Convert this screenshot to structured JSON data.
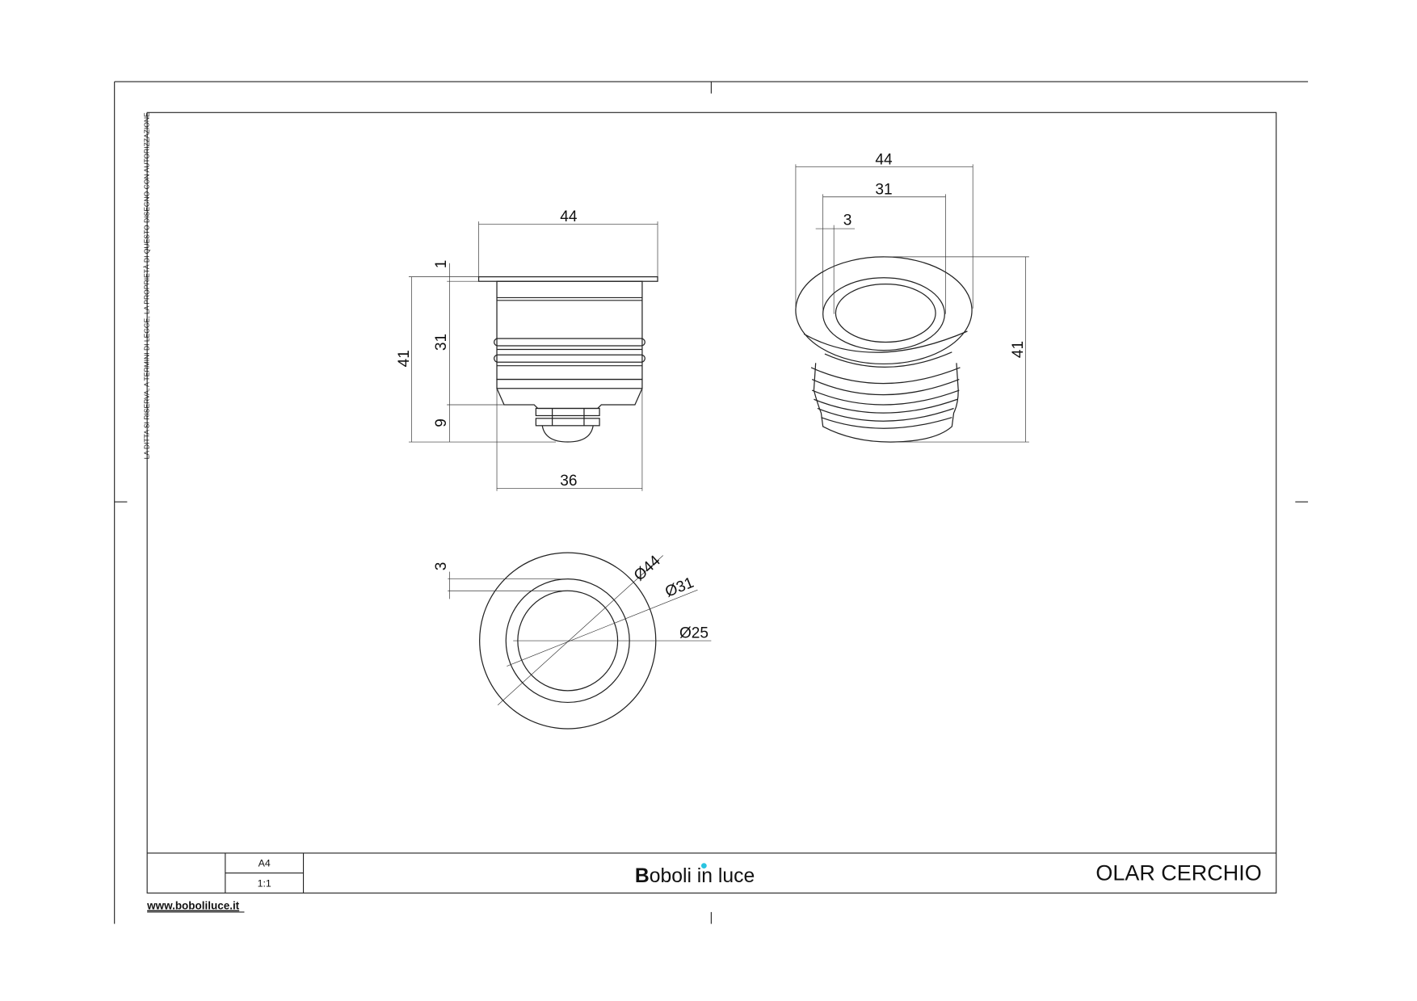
{
  "sheet": {
    "side_note": "LA DITTA SI RISERVA, A TERMINI DI LEGGE, LA PROPRIETÀ DI QUESTO DISEGNO CON AUTORIZZAZIONE",
    "website": "www.boboliluce.it"
  },
  "title_block": {
    "format": "A4",
    "scale": "1:1",
    "logo_bold": "B",
    "logo_rest": "oboli",
    "logo_tail": "in luce",
    "logo_dot_color": "#29c4e0",
    "product": "OLAR CERCHIO"
  },
  "side_view": {
    "width_top": "44",
    "flange": "1",
    "body": "31",
    "total": "41",
    "bottom": "9",
    "width_body": "36"
  },
  "iso_view": {
    "outer": "44",
    "inner": "31",
    "ring": "3",
    "height": "41"
  },
  "top_view": {
    "ring": "3",
    "d_outer": "Ø44",
    "d_mid": "Ø31",
    "d_inner": "Ø25"
  }
}
